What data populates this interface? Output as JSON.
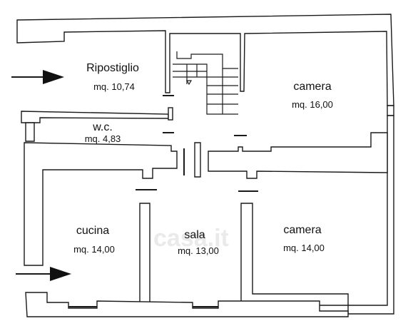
{
  "rooms": [
    {
      "name": "Ripostiglio",
      "area": "mq. 10,74"
    },
    {
      "name": "camera",
      "area": "mq. 16,00"
    },
    {
      "name": "w.c.",
      "area": "mq. 4,83"
    },
    {
      "name": "cucina",
      "area": "mq. 14,00"
    },
    {
      "name": "sala",
      "area": "mq. 13,00"
    },
    {
      "name": "camera",
      "area": "mq. 14,00"
    }
  ],
  "colors": {
    "line": "#1a1a1a",
    "background": "#ffffff",
    "watermark": "#d9d9d9"
  },
  "icons": [
    "entrance-arrow-icon",
    "entrance-arrow-icon"
  ]
}
